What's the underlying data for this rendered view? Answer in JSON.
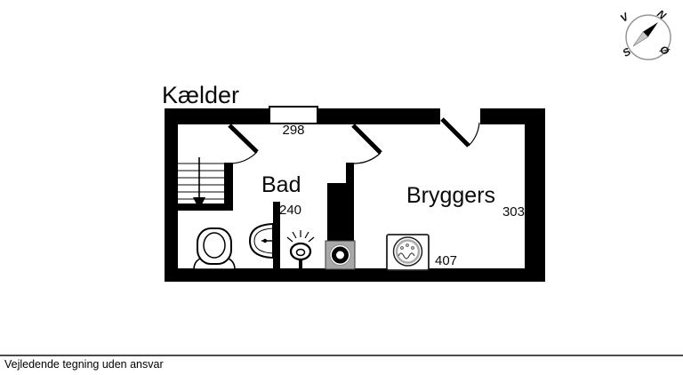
{
  "title": "Kælder",
  "floorplan": {
    "rooms": [
      {
        "label": "Bad",
        "width_cm": "240"
      },
      {
        "label": "Bryggers",
        "depth_cm": "303",
        "width_cm": "407"
      }
    ],
    "window_width_cm": "298",
    "fixtures": [
      "stairs-down",
      "toilet",
      "washbasin",
      "shower",
      "chimney",
      "floor-drain",
      "washing-machine",
      "window",
      "door-stairs",
      "door-bad-bryggers",
      "door-bryggers-entry"
    ],
    "colors": {
      "wall": "#000000",
      "background": "#ffffff",
      "drain_plate": "#a8a8a8"
    }
  },
  "compass": {
    "north": "N",
    "south": "S",
    "west": "V",
    "east": "Ø"
  },
  "footer": {
    "disclaimer": "Vejledende tegning uden ansvar"
  }
}
